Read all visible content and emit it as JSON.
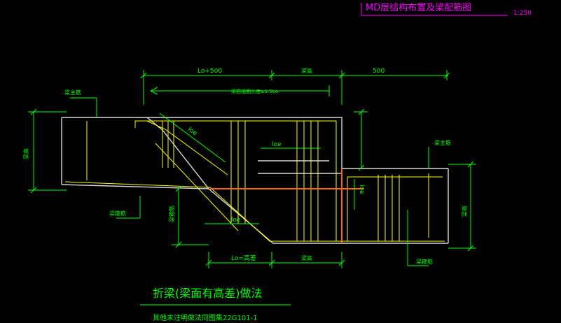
{
  "header": {
    "title": "MD层结构布置及梁配筋图",
    "scale": "1:250"
  },
  "colors": {
    "background": "#000000",
    "dimension": "#00ff00",
    "outline": "#d8d8d8",
    "rebar": "#ffff00",
    "added_bar": "#ff6600",
    "header": "#ff00ff"
  },
  "dims": {
    "top_left": "Lo+500",
    "top_mid": "梁高",
    "top_right": "500",
    "anchor_arrow": "梁筋锚固长度≥1.5Lo",
    "loe_diag": "loe",
    "loe_mid": "loe",
    "loe_bottom": "loe",
    "loe_right": "loe",
    "bottom_left": "Lo=高差",
    "bottom_mid": "梁高",
    "left_height": "梁高",
    "right_height": "梁高"
  },
  "labels": {
    "main_bar_left": "梁主筋",
    "main_bar_right": "梁主筋",
    "stirrup_left": "梁箍筋",
    "stirrup_mid": "梁箍筋",
    "stirrup_right": "梁箍筋"
  },
  "footer": {
    "title": "折梁(梁面有高差)做法",
    "note": "其他未注明做法同图集22G101-1"
  }
}
